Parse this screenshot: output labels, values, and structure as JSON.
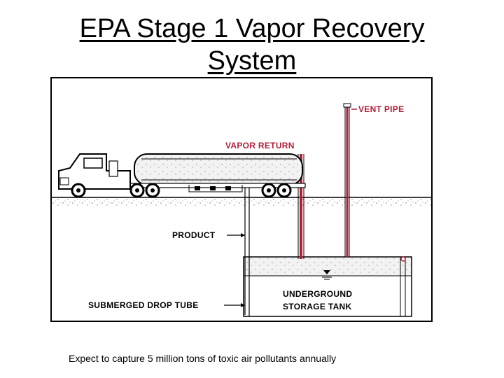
{
  "slide": {
    "title": "EPA Stage 1 Vapor Recovery System",
    "caption": "Expect to capture 5 million tons of toxic air pollutants annually"
  },
  "diagram": {
    "labels": {
      "vent_pipe": "VENT PIPE",
      "vapor_return": "VAPOR RETURN",
      "product": "PRODUCT",
      "submerged_drop_tube": "SUBMERGED DROP TUBE",
      "tank_line1": "UNDERGROUND",
      "tank_line2": "STORAGE TANK"
    },
    "colors": {
      "vapor_return": "#b01e3a",
      "vent_pipe": "#b01e3a",
      "line": "#000000"
    }
  }
}
